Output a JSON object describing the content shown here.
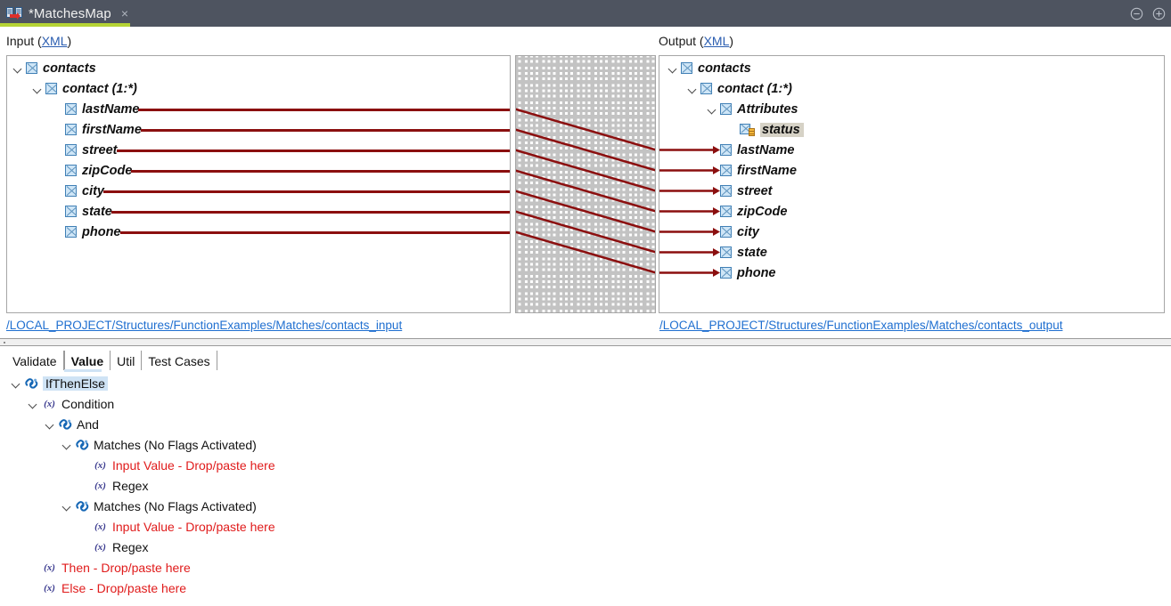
{
  "window": {
    "tab_title": "*MatchesMap",
    "tab_close": "×",
    "tab_icon": "map-editor-icon",
    "accent_color": "#b5d334",
    "titlebar_color": "#4e5460",
    "minimize_label": "−",
    "maximize_label": "+"
  },
  "mapping": {
    "input_label": "Input (",
    "input_link": "XML",
    "input_label_end": ")",
    "output_label": "Output (",
    "output_link": "XML",
    "output_label_end": ")",
    "input_path": "/LOCAL_PROJECT/Structures/FunctionExamples/Matches/contacts_input",
    "output_path": "/LOCAL_PROJECT/Structures/FunctionExamples/Matches/contacts_output",
    "link_color": "#8b0f0f",
    "input_tree": [
      {
        "label": "contacts",
        "depth": 0,
        "icon": "element-icon",
        "expanded": true,
        "connector": false
      },
      {
        "label": "contact (1:*)",
        "depth": 1,
        "icon": "element-icon",
        "expanded": true,
        "connector": false
      },
      {
        "label": "lastName",
        "depth": 2,
        "icon": "element-icon",
        "expanded": null,
        "connector": true
      },
      {
        "label": "firstName",
        "depth": 2,
        "icon": "element-icon",
        "expanded": null,
        "connector": true
      },
      {
        "label": "street",
        "depth": 2,
        "icon": "element-icon",
        "expanded": null,
        "connector": true
      },
      {
        "label": "zipCode",
        "depth": 2,
        "icon": "element-icon",
        "expanded": null,
        "connector": true
      },
      {
        "label": "city",
        "depth": 2,
        "icon": "element-icon",
        "expanded": null,
        "connector": true
      },
      {
        "label": "state",
        "depth": 2,
        "icon": "element-icon",
        "expanded": null,
        "connector": true
      },
      {
        "label": "phone",
        "depth": 2,
        "icon": "element-icon",
        "expanded": null,
        "connector": true
      }
    ],
    "output_tree": [
      {
        "label": "contacts",
        "depth": 0,
        "icon": "element-icon",
        "expanded": true,
        "connector": false,
        "selected": false
      },
      {
        "label": "contact (1:*)",
        "depth": 1,
        "icon": "element-icon",
        "expanded": true,
        "connector": false,
        "selected": false
      },
      {
        "label": "Attributes",
        "depth": 2,
        "icon": "element-icon",
        "expanded": true,
        "connector": false,
        "selected": false
      },
      {
        "label": "status",
        "depth": 3,
        "icon": "attribute-icon",
        "expanded": null,
        "connector": false,
        "selected": true
      },
      {
        "label": "lastName",
        "depth": 2,
        "icon": "element-icon",
        "expanded": null,
        "connector": true,
        "selected": false
      },
      {
        "label": "firstName",
        "depth": 2,
        "icon": "element-icon",
        "expanded": null,
        "connector": true,
        "selected": false
      },
      {
        "label": "street",
        "depth": 2,
        "icon": "element-icon",
        "expanded": null,
        "connector": true,
        "selected": false
      },
      {
        "label": "zipCode",
        "depth": 2,
        "icon": "element-icon",
        "expanded": null,
        "connector": true,
        "selected": false
      },
      {
        "label": "city",
        "depth": 2,
        "icon": "element-icon",
        "expanded": null,
        "connector": true,
        "selected": false
      },
      {
        "label": "state",
        "depth": 2,
        "icon": "element-icon",
        "expanded": null,
        "connector": true,
        "selected": false
      },
      {
        "label": "phone",
        "depth": 2,
        "icon": "element-icon",
        "expanded": null,
        "connector": true,
        "selected": false
      }
    ],
    "links": [
      {
        "from": "lastName",
        "to": "lastName"
      },
      {
        "from": "firstName",
        "to": "firstName"
      },
      {
        "from": "street",
        "to": "street"
      },
      {
        "from": "zipCode",
        "to": "zipCode"
      },
      {
        "from": "city",
        "to": "city"
      },
      {
        "from": "state",
        "to": "state"
      },
      {
        "from": "phone",
        "to": "phone"
      }
    ]
  },
  "bottom": {
    "tabs": [
      {
        "label": "Validate",
        "active": false
      },
      {
        "label": "Value",
        "active": true
      },
      {
        "label": "Util",
        "active": false
      },
      {
        "label": "Test Cases",
        "active": false
      }
    ],
    "tree": [
      {
        "label": "IfThenElse",
        "depth": 0,
        "icon": "function-icon",
        "expanded": true,
        "red": false,
        "highlight": true
      },
      {
        "label": "Condition",
        "depth": 1,
        "icon": "variable-icon",
        "expanded": true,
        "red": false,
        "highlight": false
      },
      {
        "label": "And",
        "depth": 2,
        "icon": "function-icon",
        "expanded": true,
        "red": false,
        "highlight": false
      },
      {
        "label": "Matches (No Flags Activated)",
        "depth": 3,
        "icon": "function-icon",
        "expanded": true,
        "red": false,
        "highlight": false
      },
      {
        "label": "Input Value - Drop/paste here",
        "depth": 4,
        "icon": "variable-icon",
        "expanded": null,
        "red": true,
        "highlight": false
      },
      {
        "label": "Regex",
        "depth": 4,
        "icon": "variable-icon",
        "expanded": null,
        "red": false,
        "highlight": false
      },
      {
        "label": "Matches (No Flags Activated)",
        "depth": 3,
        "icon": "function-icon",
        "expanded": true,
        "red": false,
        "highlight": false
      },
      {
        "label": "Input Value - Drop/paste here",
        "depth": 4,
        "icon": "variable-icon",
        "expanded": null,
        "red": true,
        "highlight": false
      },
      {
        "label": "Regex",
        "depth": 4,
        "icon": "variable-icon",
        "expanded": null,
        "red": false,
        "highlight": false
      },
      {
        "label": "Then - Drop/paste here",
        "depth": 1,
        "icon": "variable-icon",
        "expanded": null,
        "red": true,
        "highlight": false
      },
      {
        "label": "Else - Drop/paste here",
        "depth": 1,
        "icon": "variable-icon",
        "expanded": null,
        "red": true,
        "highlight": false
      }
    ]
  }
}
